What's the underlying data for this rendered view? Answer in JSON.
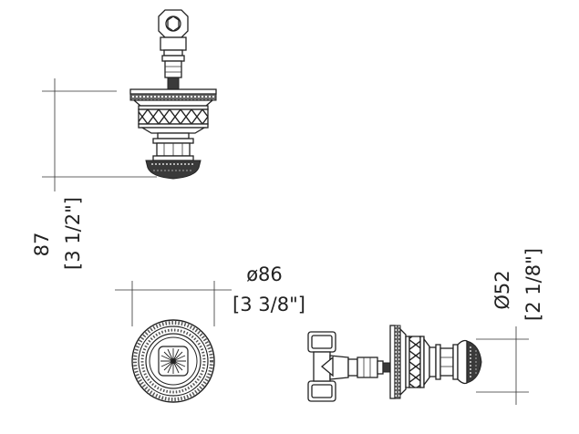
{
  "dimensions": {
    "height": {
      "metric": "87",
      "imperial": "[3 1/2\"]"
    },
    "rosette_diameter": {
      "metric": "ø86",
      "imperial": "[3 3/8\"]"
    },
    "handle_diameter": {
      "metric": "Ø52",
      "imperial": "[2 1/8\"]"
    }
  },
  "colors": {
    "line": "#222222",
    "fill_dark": "#3a3a3a",
    "background": "#ffffff"
  }
}
